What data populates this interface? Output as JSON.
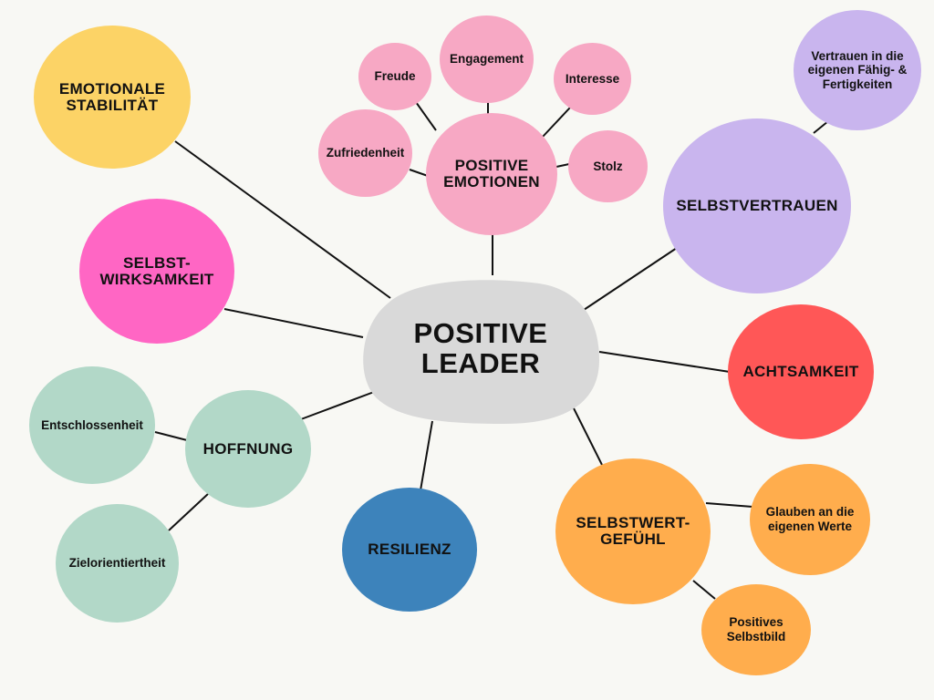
{
  "center": {
    "label": "POSITIVE\nLEADER",
    "color": "#d9d9d9"
  },
  "nodes": {
    "emotionale_stabilitaet": {
      "label": "EMOTIONALE\nSTABILITÄT",
      "color": "#fcd366"
    },
    "selbstwirksamkeit": {
      "label": "SELBST-\nWIRKSAMKEIT",
      "color": "#ff66c4"
    },
    "hoffnung": {
      "label": "HOFFNUNG",
      "color": "#b2d8c8"
    },
    "entschlossenheit": {
      "label": "Entschlossenheit",
      "color": "#b2d8c8"
    },
    "zielorientiertheit": {
      "label": "Zielorientiertheit",
      "color": "#b2d8c8"
    },
    "resilienz": {
      "label": "RESILIENZ",
      "color": "#3d83bb"
    },
    "positive_emotionen": {
      "label": "POSITIVE\nEMOTIONEN",
      "color": "#f7a8c4"
    },
    "freude": {
      "label": "Freude",
      "color": "#f7a8c4"
    },
    "engagement": {
      "label": "Engagement",
      "color": "#f7a8c4"
    },
    "interesse": {
      "label": "Interesse",
      "color": "#f7a8c4"
    },
    "zufriedenheit": {
      "label": "Zufriedenheit",
      "color": "#f7a8c4"
    },
    "stolz": {
      "label": "Stolz",
      "color": "#f7a8c4"
    },
    "selbstvertrauen": {
      "label": "SELBSTVERTRAUEN",
      "color": "#c9b5ee"
    },
    "vertrauen_faehigkeiten": {
      "label": "Vertrauen in die\neigenen Fähig- &\nFertigkeiten",
      "color": "#c9b5ee"
    },
    "achtsamkeit": {
      "label": "ACHTSAMKEIT",
      "color": "#ff5757"
    },
    "selbstwertgefuehl": {
      "label": "SELBSTWERT-\nGEFÜHL",
      "color": "#ffad4d"
    },
    "glauben_werte": {
      "label": "Glauben an die\neigenen Werte",
      "color": "#ffad4d"
    },
    "positives_selbstbild": {
      "label": "Positives\nSelbstbild",
      "color": "#ffad4d"
    }
  }
}
